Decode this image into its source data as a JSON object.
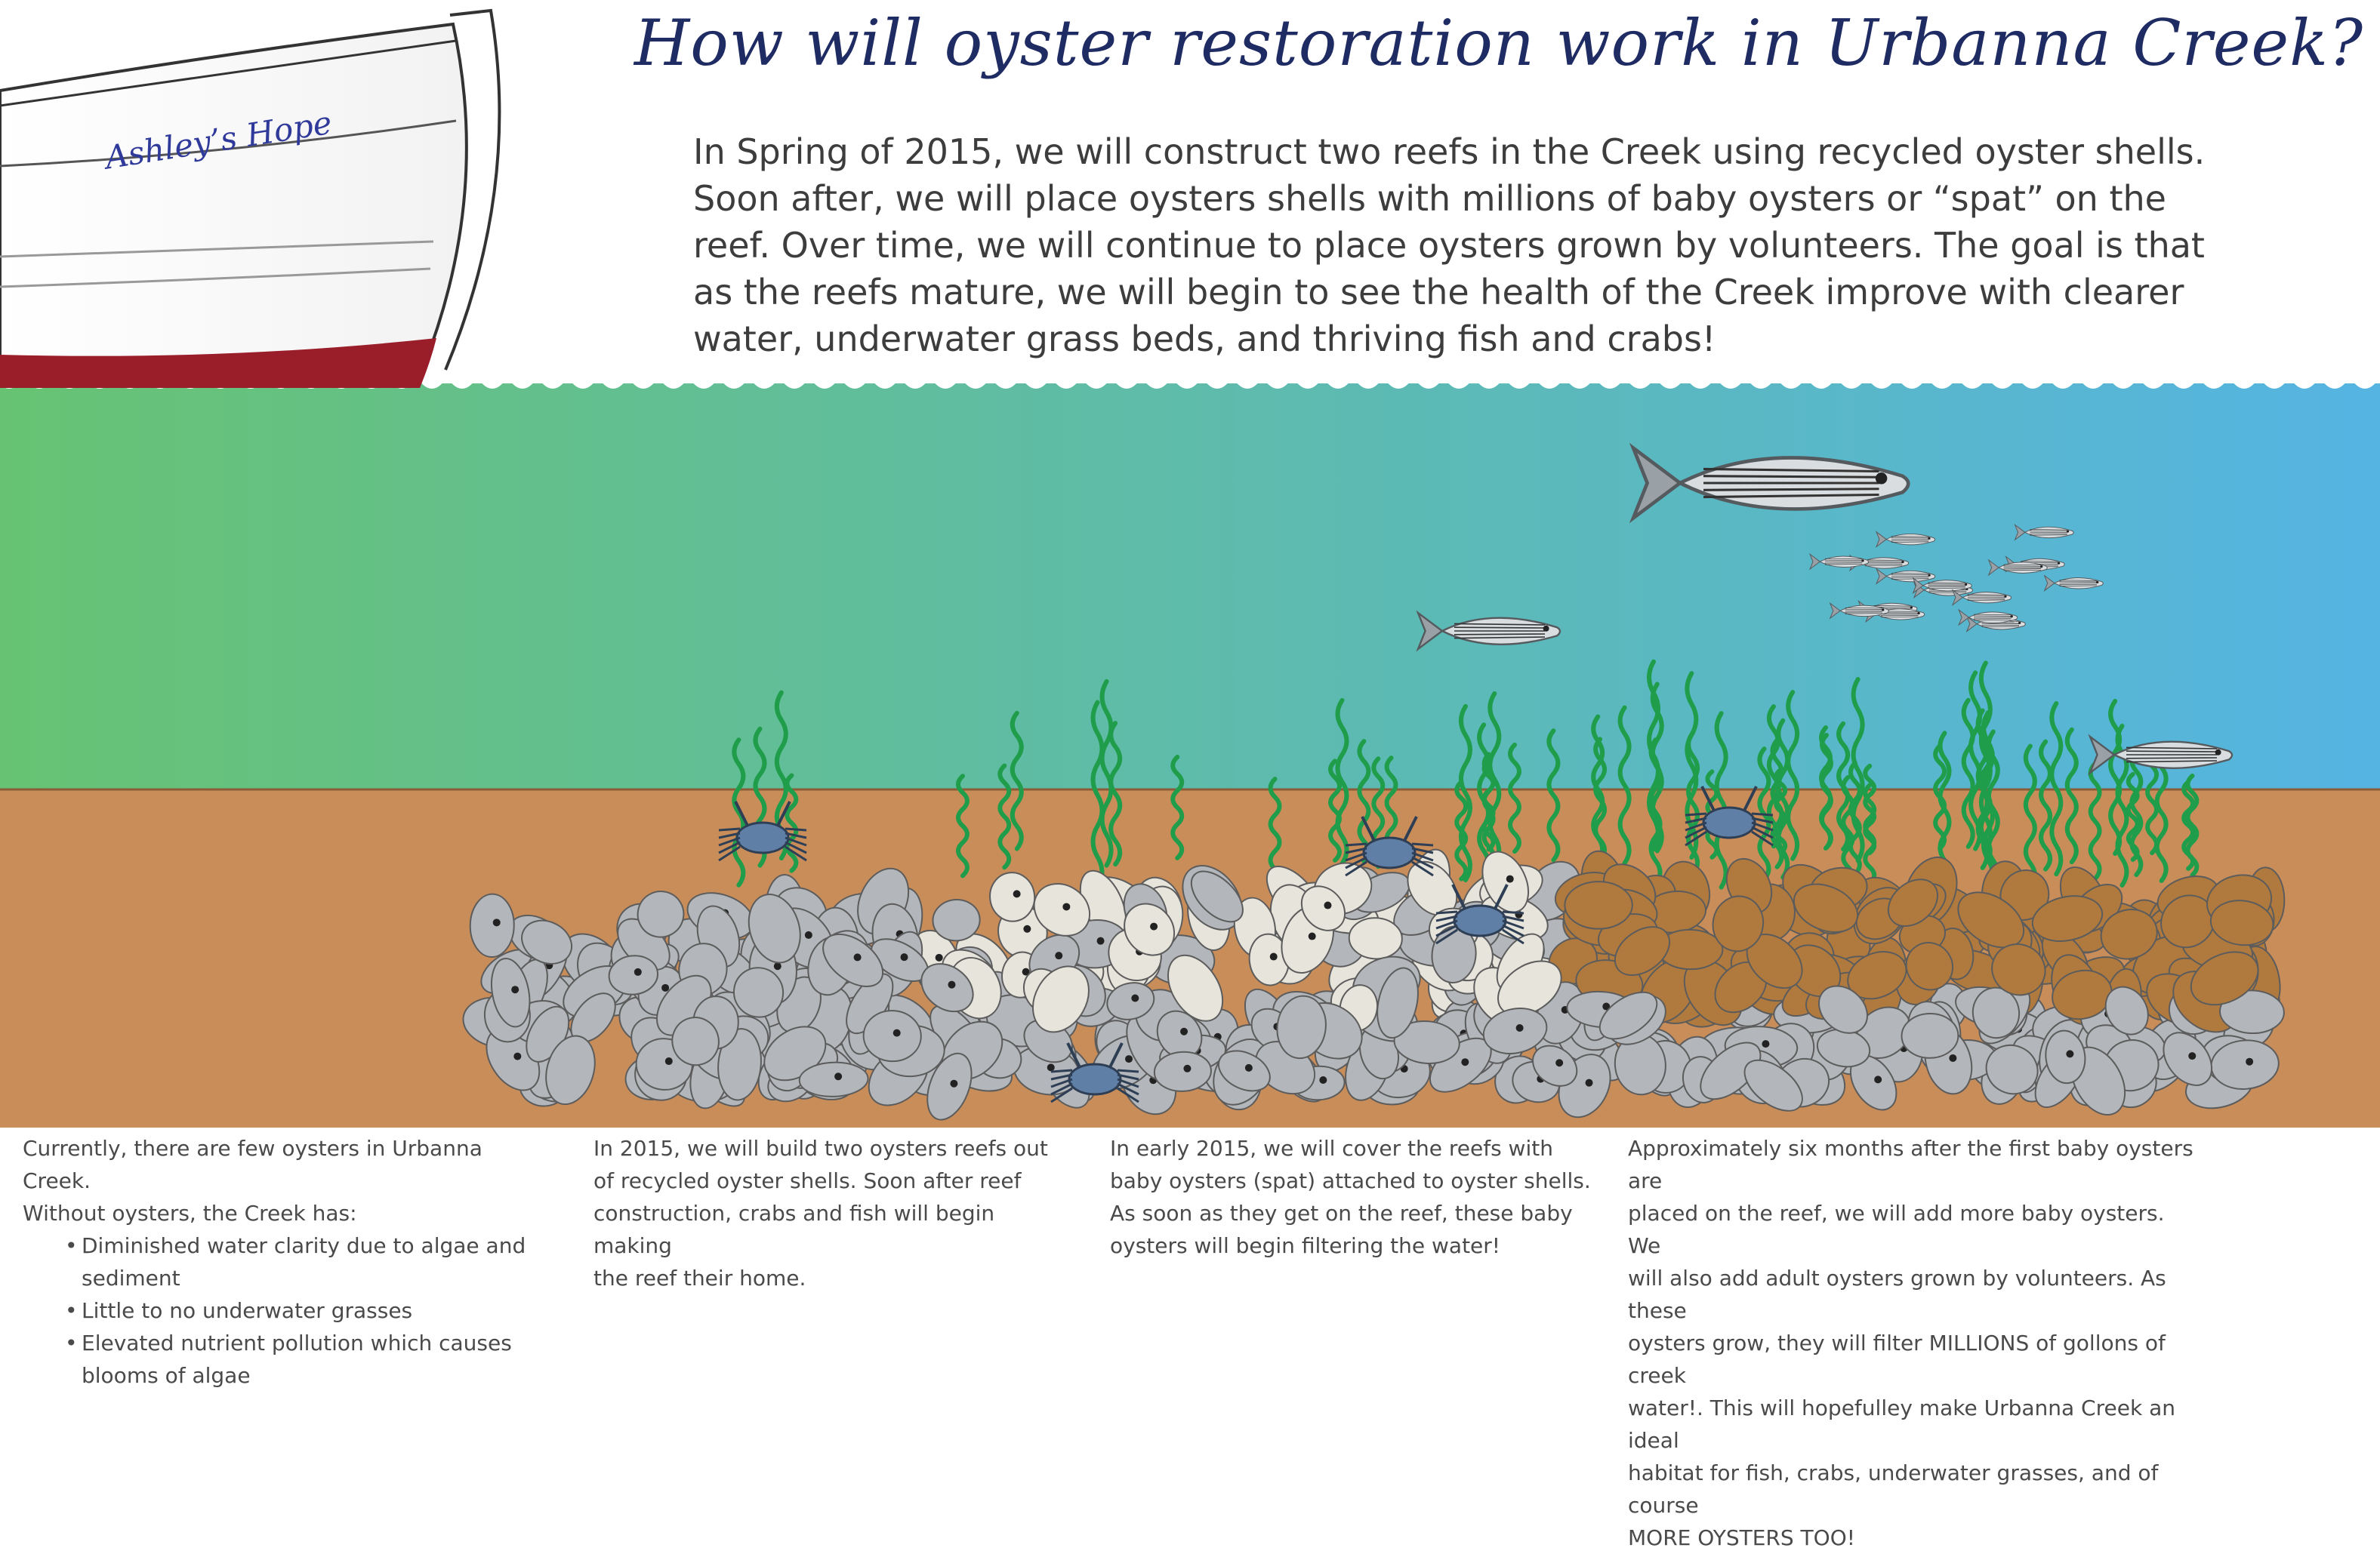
{
  "colors": {
    "water_left": "#67c373",
    "water_right": "#55b4e2",
    "sediment": "#c98d5a",
    "hull_stripe": "#9a1e2a",
    "boat_name": "#2f3a9a",
    "title_text": "#1f2b63",
    "body_text": "#4a4a4a",
    "grass": "#1f9d4a",
    "oyster_grey": "#b3b6ba",
    "oyster_brown": "#b07a3e"
  },
  "boat": {
    "name": "Ashley’s Hope"
  },
  "title": "How will oyster restoration work in Urbanna Creek?",
  "intro": [
    "In Spring of 2015, we will construct two reefs in the Creek using recycled oyster shells.",
    "Soon after, we will place oysters shells with millions of baby oysters or “spat” on the",
    "reef.  Over time, we will continue to place oysters grown by volunteers. The goal is that",
    "as the reefs mature, we will begin to see the health of the Creek improve with clearer",
    "water, underwater grass beds, and thriving fish and crabs!"
  ],
  "captions": {
    "current": {
      "lines": [
        "Currently, there are few oysters in Urbanna Creek.",
        "Without oysters, the Creek has:"
      ],
      "bullets": [
        "Diminished water clarity due to algae and sediment",
        "Little to no underwater grasses",
        "Elevated nutrient pollution which causes blooms of algae"
      ]
    },
    "build": {
      "lines": [
        "In 2015, we will build two oysters reefs out",
        "of recycled oyster shells.  Soon after reef",
        "construction, crabs and fish will begin making",
        "the reef their home."
      ]
    },
    "spat": {
      "lines": [
        "In early 2015, we will cover the reefs with",
        "baby oysters (spat) attached to oyster shells.",
        "As soon as they get on the reef, these baby",
        "oysters will begin filtering the water!"
      ]
    },
    "future": {
      "lines": [
        "Approximately six months after the first baby oysters are",
        "placed on the reef, we will add more baby oysters.  We",
        "will also add adult oysters grown by volunteers.  As these",
        "oysters grow, they will filter MILLIONS of gollons of creek",
        "water!.  This will hopefulley make Urbanna Creek an ideal",
        "habitat for fish, crabs, underwater grasses, and of course",
        "MORE OYSTERS TOO!"
      ]
    }
  }
}
